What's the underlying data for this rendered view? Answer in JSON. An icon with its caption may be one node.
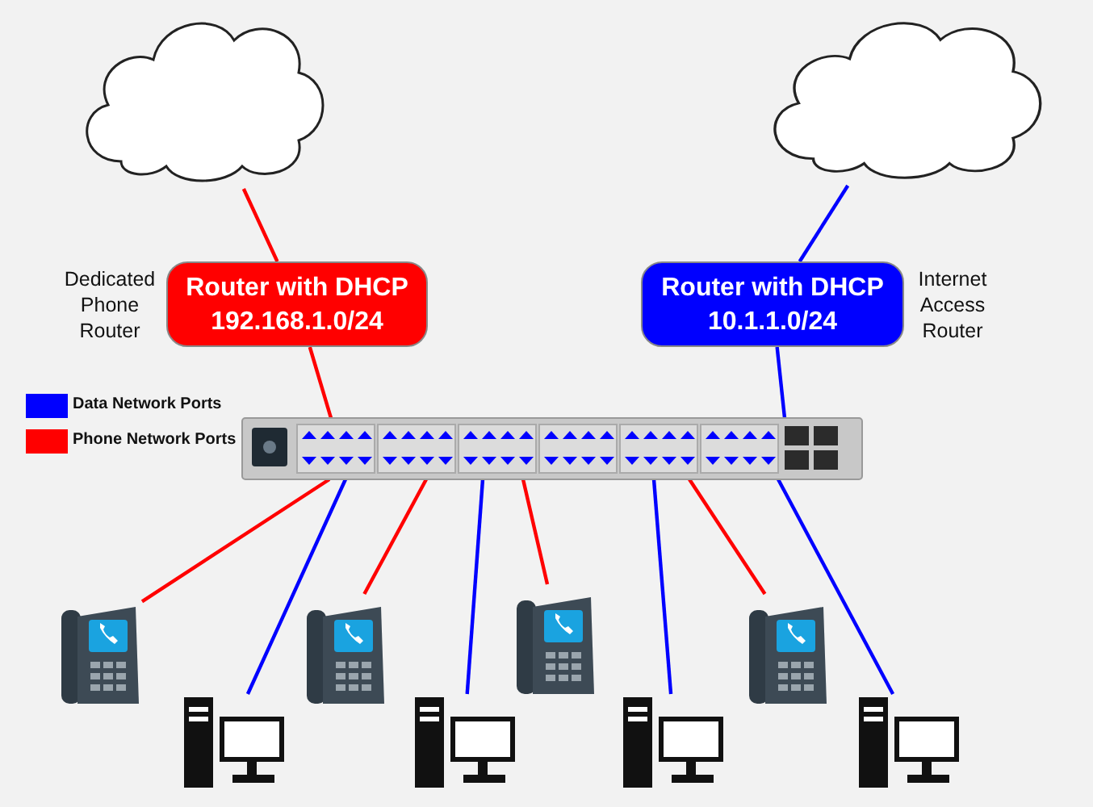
{
  "diagram": {
    "nodes": [
      {
        "text": [],
        "shape": "cloud"
      },
      {
        "text": [],
        "shape": "cloud"
      },
      {
        "text": [
          "Router with DHCP",
          "192.168.1.0/24"
        ],
        "beside": [
          "Dedicated Phone Router"
        ]
      },
      {
        "text": [
          "Router with DHCP",
          "10.1.1.0/24"
        ],
        "beside": [
          "Internet Access Router"
        ]
      },
      {
        "text": [],
        "shape": "picture"
      },
      {
        "text": [],
        "shape": "picture"
      },
      {
        "text": [],
        "shape": "picture"
      },
      {
        "text": [],
        "shape": "picture"
      },
      {
        "text": [],
        "shape": "picture"
      },
      {
        "text": [],
        "shape": "picture"
      },
      {
        "text": [],
        "shape": "picture"
      },
      {
        "text": [],
        "shape": "picture"
      },
      {
        "text": [],
        "shape": "picture"
      }
    ],
    "edges": [
      {
        "from": 0,
        "to": 2,
        "arrow": "none",
        "color": "#ff0000"
      },
      {
        "from": 1,
        "to": 3,
        "arrow": "none",
        "color": "#0000ff"
      },
      {
        "from": 2,
        "to": 4,
        "arrow": "none",
        "color": "#ff0000"
      },
      {
        "from": 3,
        "to": 4,
        "arrow": "none",
        "color": "#0000ff"
      },
      {
        "from": 4,
        "to": 5,
        "arrow": "none",
        "color": "#ff0000"
      },
      {
        "from": 4,
        "to": 6,
        "arrow": "none",
        "color": "#0000ff"
      },
      {
        "from": 4,
        "to": 7,
        "arrow": "none",
        "color": "#ff0000"
      },
      {
        "from": 4,
        "to": 8,
        "arrow": "none",
        "color": "#0000ff"
      },
      {
        "from": 4,
        "to": 9,
        "arrow": "none",
        "color": "#ff0000"
      },
      {
        "from": 4,
        "to": 10,
        "arrow": "none",
        "color": "#0000ff"
      },
      {
        "from": 4,
        "to": 11,
        "arrow": "none",
        "color": "#ff0000"
      },
      {
        "from": 4,
        "to": 12,
        "arrow": "none",
        "color": "#0000ff"
      }
    ],
    "legend": [
      {
        "text": "Data Network Ports",
        "color": "#0000ff"
      },
      {
        "text": "Phone Network Ports",
        "color": "#ff0000"
      }
    ]
  }
}
